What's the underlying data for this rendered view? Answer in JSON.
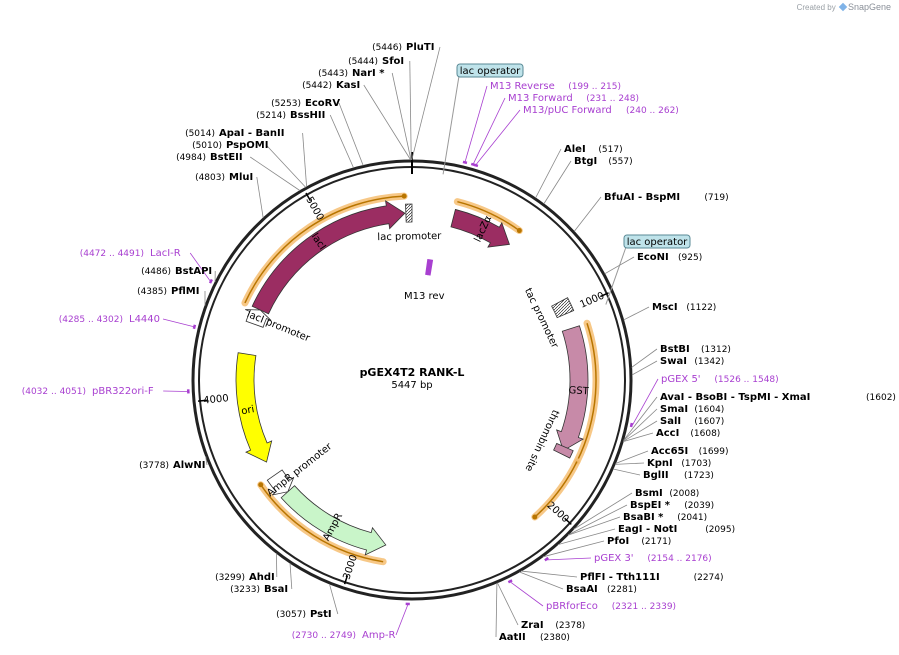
{
  "credit": {
    "prefix": "Created by",
    "brand": "SnapGene"
  },
  "plasmid": {
    "name": "pGEX4T2 RANK-L",
    "length": "5447 bp",
    "total_bp": 5447
  },
  "ticks": [
    {
      "bp": 1000,
      "label": "1000"
    },
    {
      "bp": 2000,
      "label": "2000"
    },
    {
      "bp": 3000,
      "label": "3000"
    },
    {
      "bp": 4000,
      "label": "4000"
    },
    {
      "bp": 5000,
      "label": "5000"
    }
  ],
  "features": [
    {
      "id": "lacZa",
      "label": "lacZα",
      "color": "#9b2d62",
      "start": 216,
      "end": 540,
      "dir": 1,
      "type": "arrow",
      "label_inside": true
    },
    {
      "id": "GST",
      "label": "GST",
      "color": "#c78aa8",
      "start": 1090,
      "end": 1740,
      "dir": 1,
      "type": "arrow",
      "label_inside": true
    },
    {
      "id": "thrombin",
      "label": "thrombin site",
      "color": "#c78aa8",
      "start": 1720,
      "end": 1760,
      "dir": 1,
      "type": "box"
    },
    {
      "id": "AmpR",
      "label": "AmpR",
      "color": "#c9f5c9",
      "start": 2860,
      "end": 3450,
      "dir": -1,
      "type": "arrow",
      "label_inside": true
    },
    {
      "id": "AmpRprom",
      "label": "AmpR promoter",
      "color": "#ffffff",
      "start": 3450,
      "end": 3560,
      "dir": -1,
      "type": "arrow"
    },
    {
      "id": "ori",
      "label": "ori",
      "color": "#ffff00",
      "start": 3640,
      "end": 4220,
      "dir": -1,
      "type": "arrow",
      "label_inside": true
    },
    {
      "id": "lacIprom",
      "label": "lacI promoter",
      "color": "#ffffff",
      "start": 4380,
      "end": 4460,
      "dir": 1,
      "type": "arrow"
    },
    {
      "id": "lacI",
      "label": "lacI",
      "color": "#9b2d62",
      "start": 4460,
      "end": 5410,
      "dir": 1,
      "type": "arrow",
      "label_inside": true
    },
    {
      "id": "lacprom",
      "label": "lac promoter",
      "color": "#ffffff",
      "start": 5415,
      "end": 5447,
      "dir": 1,
      "type": "box"
    },
    {
      "id": "taccprom",
      "label": "tac promoter",
      "color": "#ffffff",
      "start": 940,
      "end": 1010,
      "dir": 1,
      "type": "box"
    },
    {
      "id": "M13rev",
      "label": "M13 rev",
      "color": "#a83fd0",
      "start": 120,
      "end": 140,
      "dir": 1,
      "type": "inner"
    }
  ],
  "orange_arcs": [
    {
      "start": 4460,
      "end": 5410
    },
    {
      "start": 216,
      "end": 540
    },
    {
      "start": 1090,
      "end": 1760
    },
    {
      "start": 1760,
      "end": 2090
    },
    {
      "start": 2860,
      "end": 3560
    }
  ],
  "operators": [
    {
      "label": "lac operator",
      "bp": 130
    },
    {
      "label": "lac operator",
      "bp": 1040
    }
  ],
  "sites": [
    {
      "name": "PluTI",
      "pos": "(5446)",
      "bp": 5446,
      "side": "L"
    },
    {
      "name": "SfoI",
      "pos": "(5444)",
      "bp": 5444,
      "side": "L"
    },
    {
      "name": "NarI *",
      "pos": "(5443)",
      "bp": 5443,
      "side": "L"
    },
    {
      "name": "KasI",
      "pos": "(5442)",
      "bp": 5442,
      "side": "L"
    },
    {
      "name": "EcoRV",
      "pos": "(5253)",
      "bp": 5253,
      "side": "L"
    },
    {
      "name": "BssHII",
      "pos": "(5214)",
      "bp": 5214,
      "side": "L"
    },
    {
      "name": "ApaI  - BanII",
      "pos": "(5014)",
      "bp": 5014,
      "side": "L"
    },
    {
      "name": "PspOMI",
      "pos": "(5010)",
      "bp": 5010,
      "side": "L"
    },
    {
      "name": "BstEII",
      "pos": "(4984)",
      "bp": 4984,
      "side": "L"
    },
    {
      "name": "MluI",
      "pos": "(4803)",
      "bp": 4803,
      "side": "L"
    },
    {
      "name": "BstAPI",
      "pos": "(4486)",
      "bp": 4486,
      "side": "L"
    },
    {
      "name": "PflMI",
      "pos": "(4385)",
      "bp": 4385,
      "side": "L"
    },
    {
      "name": "AlwNI",
      "pos": "(3778)",
      "bp": 3778,
      "side": "L"
    },
    {
      "name": "AhdI",
      "pos": "(3299)",
      "bp": 3299,
      "side": "L"
    },
    {
      "name": "BsaI",
      "pos": "(3233)",
      "bp": 3233,
      "side": "L"
    },
    {
      "name": "PstI",
      "pos": "(3057)",
      "bp": 3057,
      "side": "L"
    },
    {
      "name": "AleI",
      "pos": "(517)",
      "bp": 517,
      "side": "R"
    },
    {
      "name": "BtgI",
      "pos": "(557)",
      "bp": 557,
      "side": "R"
    },
    {
      "name": "BfuAI  - BspMI",
      "pos": "(719)",
      "bp": 719,
      "side": "R"
    },
    {
      "name": "EcoNI",
      "pos": "(925)",
      "bp": 925,
      "side": "R"
    },
    {
      "name": "MscI",
      "pos": "(1122)",
      "bp": 1122,
      "side": "R"
    },
    {
      "name": "BstBI",
      "pos": "(1312)",
      "bp": 1312,
      "side": "R"
    },
    {
      "name": "SwaI",
      "pos": "(1342)",
      "bp": 1342,
      "side": "R"
    },
    {
      "name": "AvaI  - BsoBI  - TspMI  - XmaI",
      "pos": "(1602)",
      "bp": 1602,
      "side": "R"
    },
    {
      "name": "SmaI",
      "pos": "(1604)",
      "bp": 1604,
      "side": "R"
    },
    {
      "name": "SalI",
      "pos": "(1607)",
      "bp": 1607,
      "side": "R"
    },
    {
      "name": "AccI",
      "pos": "(1608)",
      "bp": 1608,
      "side": "R"
    },
    {
      "name": "Acc65I",
      "pos": "(1699)",
      "bp": 1699,
      "side": "R"
    },
    {
      "name": "KpnI",
      "pos": "(1703)",
      "bp": 1703,
      "side": "R"
    },
    {
      "name": "BglII",
      "pos": "(1723)",
      "bp": 1723,
      "side": "R"
    },
    {
      "name": "BsmI",
      "pos": "(2008)",
      "bp": 2008,
      "side": "R"
    },
    {
      "name": "BspEI *",
      "pos": "(2039)",
      "bp": 2039,
      "side": "R"
    },
    {
      "name": "BsaBI *",
      "pos": "(2041)",
      "bp": 2041,
      "side": "R"
    },
    {
      "name": "EagI  - NotI",
      "pos": "(2095)",
      "bp": 2095,
      "side": "R"
    },
    {
      "name": "PfoI",
      "pos": "(2171)",
      "bp": 2171,
      "side": "R"
    },
    {
      "name": "PflFI  - Tth111I",
      "pos": "(2274)",
      "bp": 2274,
      "side": "R"
    },
    {
      "name": "BsaAI",
      "pos": "(2281)",
      "bp": 2281,
      "side": "R"
    },
    {
      "name": "ZraI",
      "pos": "(2378)",
      "bp": 2378,
      "side": "R"
    },
    {
      "name": "AatII",
      "pos": "(2380)",
      "bp": 2380,
      "side": "R"
    }
  ],
  "primers": [
    {
      "name": "M13 Reverse",
      "pos": "(199 .. 215)",
      "bp": 207,
      "side": "R"
    },
    {
      "name": "M13 Forward",
      "pos": "(231 .. 248)",
      "bp": 240,
      "side": "R"
    },
    {
      "name": "M13/pUC Forward",
      "pos": "(240 .. 262)",
      "bp": 251,
      "side": "R"
    },
    {
      "name": "pGEX 5'",
      "pos": "(1526 .. 1548)",
      "bp": 1537,
      "side": "R"
    },
    {
      "name": "pGEX 3'",
      "pos": "(2154 .. 2176)",
      "bp": 2165,
      "side": "R"
    },
    {
      "name": "pBRforEco",
      "pos": "(2321 .. 2339)",
      "bp": 2330,
      "side": "R"
    },
    {
      "name": "Amp-R",
      "pos": "(2730 .. 2749)",
      "bp": 2740,
      "side": "L"
    },
    {
      "name": "pBR322ori-F",
      "pos": "(4032 .. 4051)",
      "bp": 4041,
      "side": "L"
    },
    {
      "name": "L4440",
      "pos": "(4285 .. 4302)",
      "bp": 4293,
      "side": "L"
    },
    {
      "name": "LacI-R",
      "pos": "(4472 .. 4491)",
      "bp": 4481,
      "side": "L"
    }
  ]
}
